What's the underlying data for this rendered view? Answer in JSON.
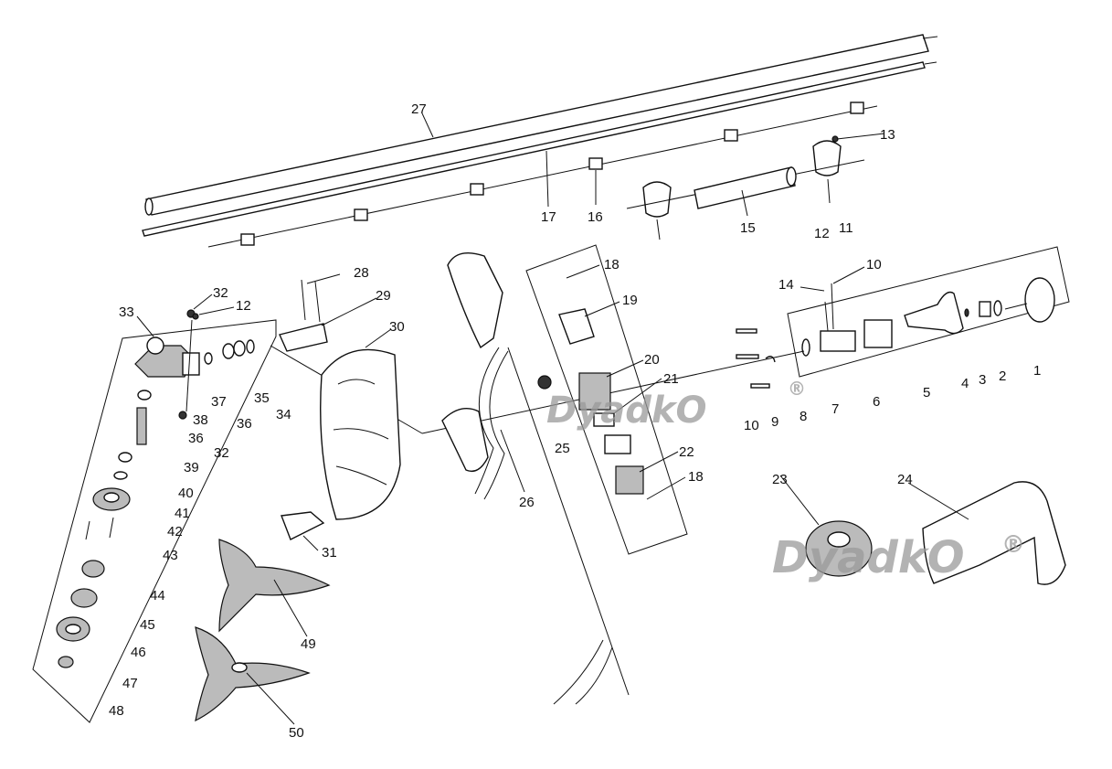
{
  "diagram": {
    "title": "Trimmer exploded parts diagram",
    "watermark": "DyadkO",
    "watermark_mark": "®",
    "labels": [
      "27",
      "17",
      "16",
      "15",
      "13",
      "12",
      "11",
      "28",
      "29",
      "30",
      "32",
      "12",
      "33",
      "18",
      "19",
      "20",
      "21",
      "25",
      "22",
      "18",
      "26",
      "10",
      "14",
      "1",
      "2",
      "3",
      "4",
      "5",
      "6",
      "7",
      "8",
      "9",
      "10",
      "37",
      "35",
      "36",
      "34",
      "38",
      "36",
      "32",
      "39",
      "40",
      "41",
      "42",
      "43",
      "44",
      "45",
      "46",
      "47",
      "48",
      "31",
      "49",
      "50",
      "23",
      "24"
    ]
  }
}
